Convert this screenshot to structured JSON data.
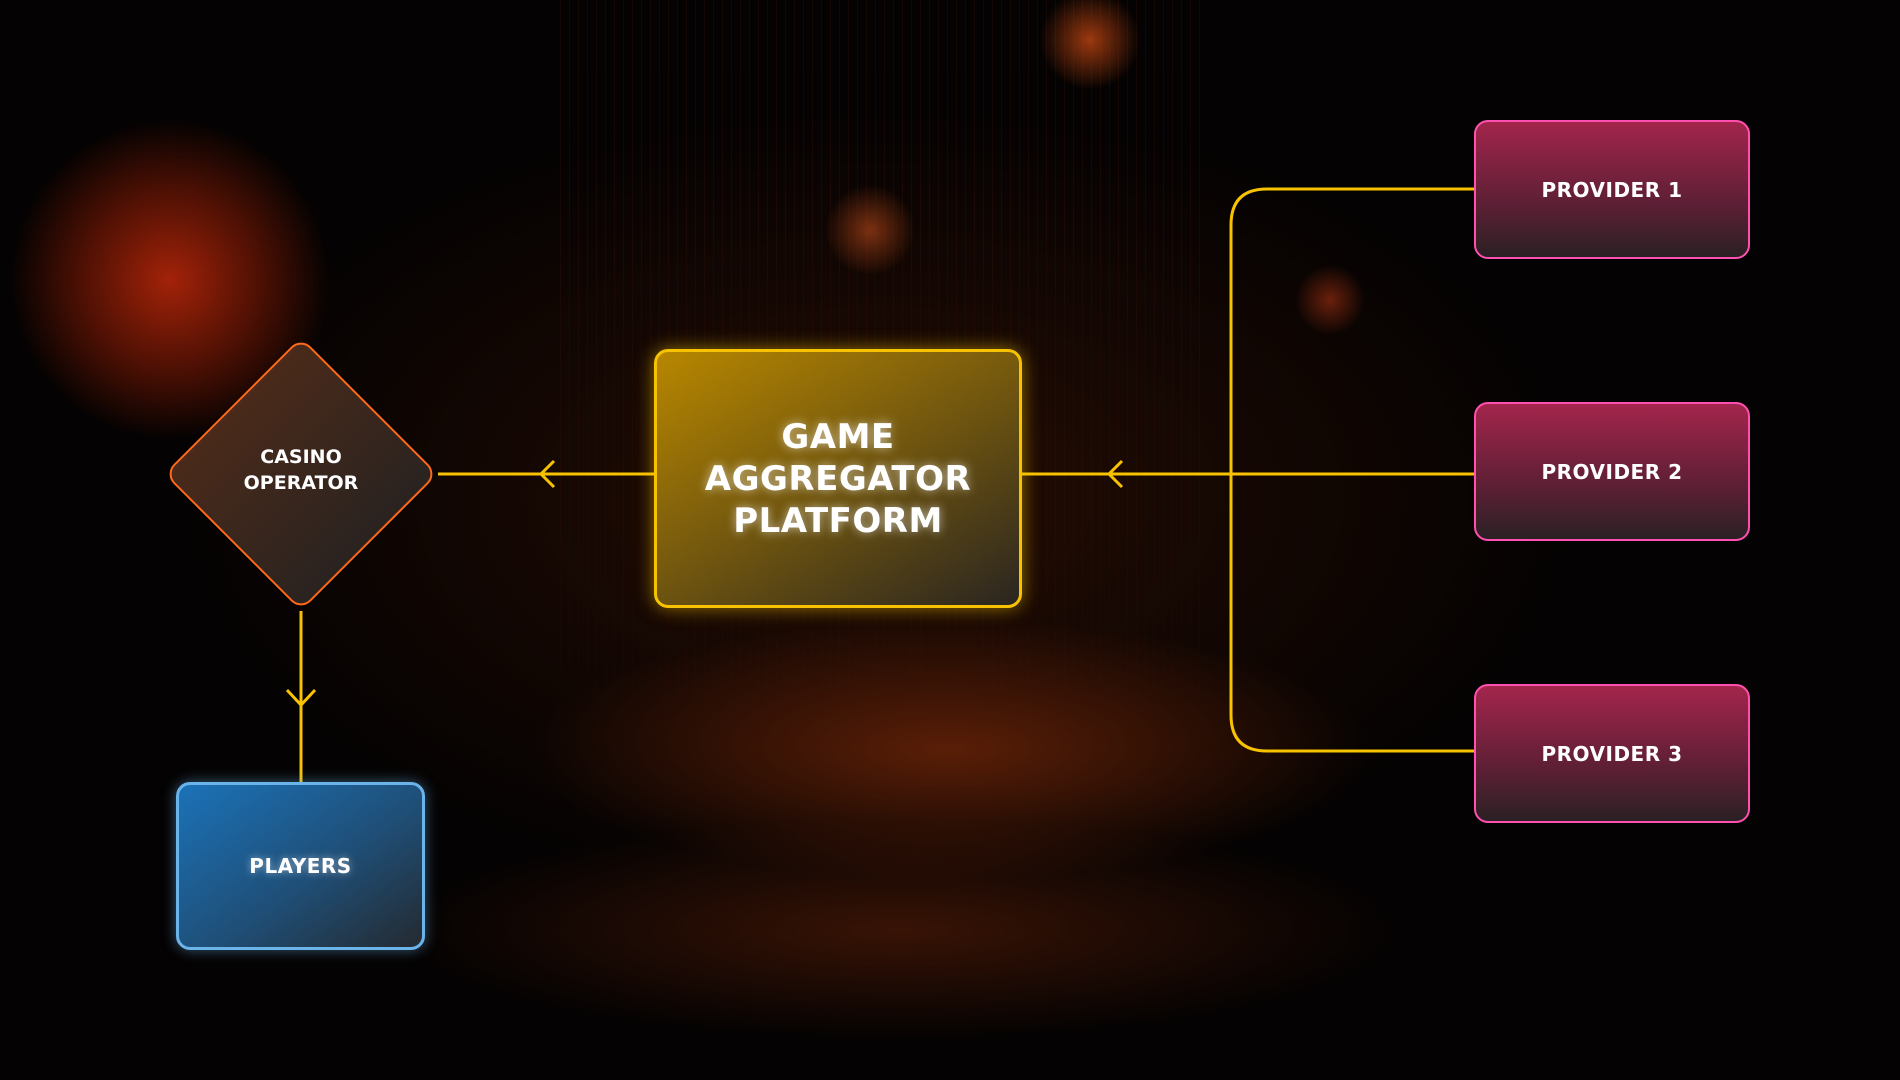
{
  "diagram": {
    "center": {
      "label_lines": [
        "GAME",
        "AGGREGATOR",
        "PLATFORM"
      ]
    },
    "operator": {
      "label_lines": [
        "CASINO",
        "OPERATOR"
      ]
    },
    "players": {
      "label": "PLAYERS"
    },
    "providers": [
      {
        "label": "PROVIDER 1"
      },
      {
        "label": "PROVIDER 2"
      },
      {
        "label": "PROVIDER 3"
      }
    ],
    "colors": {
      "connector": "#f7c300",
      "platform": "#f7c300",
      "operator": "#ff6a1a",
      "provider": "#ff4fb0",
      "players": "#6ab4ea"
    }
  }
}
